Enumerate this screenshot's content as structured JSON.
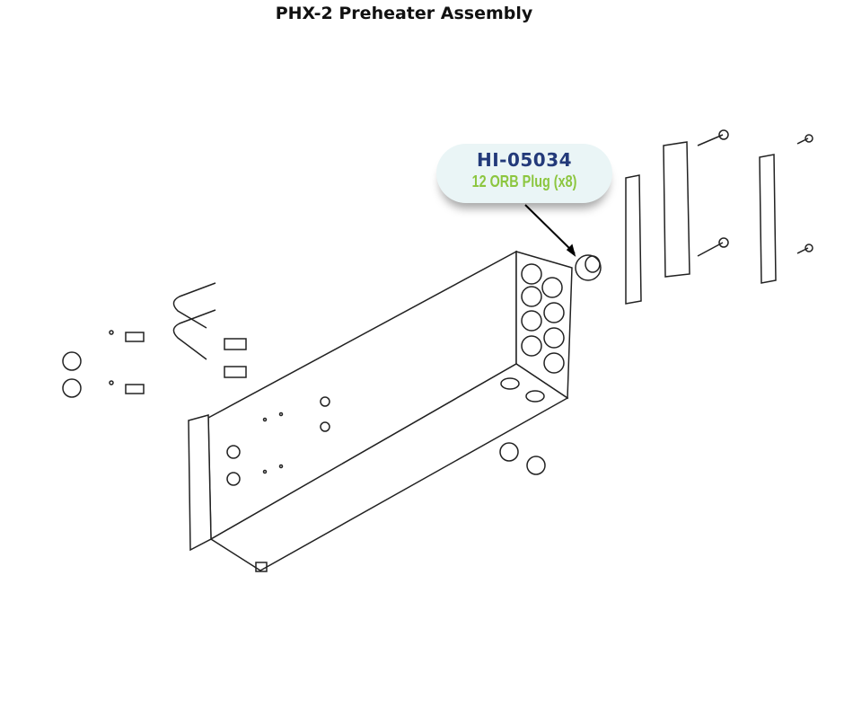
{
  "title": "PHX-2 Preheater Assembly",
  "callout": {
    "part_number": "HI-05034",
    "description": "12 ORB Plug (x8)",
    "part_number_color": "#233a7a",
    "description_color": "#8cc63f"
  }
}
